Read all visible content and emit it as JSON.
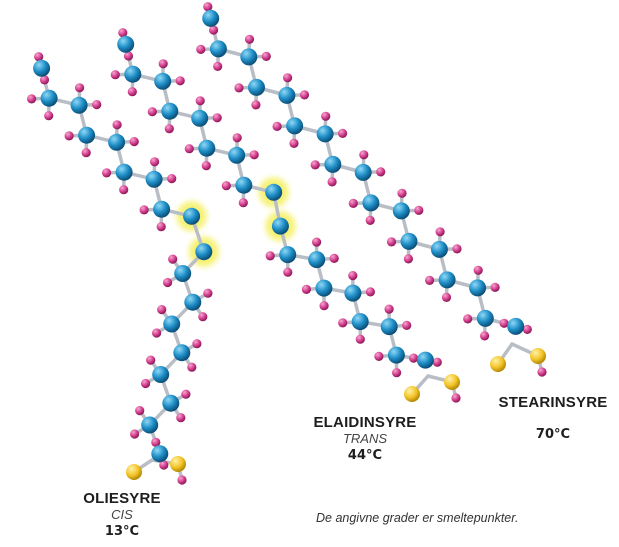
{
  "colors": {
    "carbon": "#1f8fc8",
    "hydrogen": "#d23c8c",
    "oxygen": "#f2c428",
    "highlight": "#f5ef5a",
    "bond": "#b9bec6"
  },
  "molecules": {
    "oleic": {
      "name": "OLIESYRE",
      "isomer": "CIS",
      "melting_point": "13°C"
    },
    "elaidic": {
      "name": "ELAIDINSYRE",
      "isomer": "TRANS",
      "melting_point": "44°C"
    },
    "stearic": {
      "name": "STEARINSYRE",
      "melting_point": "70°C"
    }
  },
  "footnote": "De angivne grader er smeltepunkter."
}
